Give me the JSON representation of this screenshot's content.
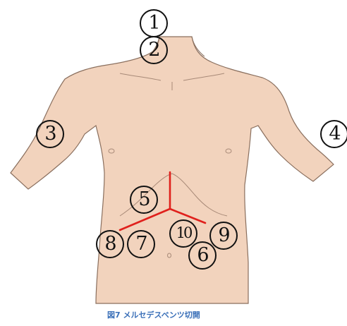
{
  "labels": {
    "n1": "1",
    "n2": "2",
    "n3": "3",
    "n4": "4",
    "n5": "5",
    "n6": "6",
    "n7": "7",
    "n8": "8",
    "n9": "9",
    "n10": "10"
  },
  "caption": "図7 メルセデスベンツ切開",
  "colors": {
    "skin": "#f2d3bd",
    "outline": "#8a6f5e",
    "incision": "#e0201c",
    "caption": "#3a6fb8"
  }
}
